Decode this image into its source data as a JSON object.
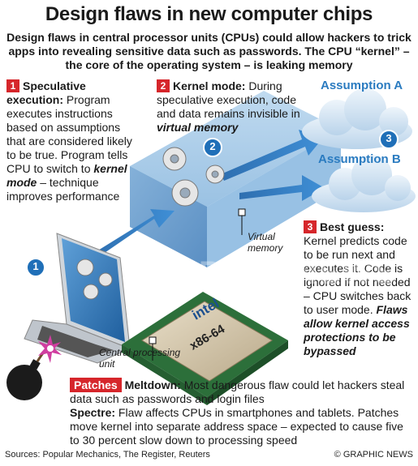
{
  "title": "Design flaws in new computer chips",
  "subtitle": "Design flaws in central processor units (CPUs) could allow hackers to trick apps into revealing sensitive data such as passwords. The CPU “kernel” – the core of the operating system – is leaking memory",
  "step1": {
    "num": "1",
    "heading": "Speculative execution:",
    "body": "Program executes instructions based on assumptions that are considered likely to be true. Program tells CPU to switch to",
    "emph": "kernel mode",
    "tail": "– technique improves performance"
  },
  "step2": {
    "num": "2",
    "heading": "Kernel mode:",
    "body": "During speculative execution, code and data remains invisible in",
    "emph": "virtual memory"
  },
  "step3": {
    "num": "3",
    "heading": "Best guess:",
    "body": "Kernel predicts code to be run next and executes it. Code is ignored if not needed – CPU switches back to user mode.",
    "emph": "Flaws allow kernel access protections to be bypassed"
  },
  "assumption_a": "Assumption A",
  "assumption_b": "Assumption B",
  "markers": [
    "1",
    "2",
    "3"
  ],
  "virtual_memory_label": "Virtual memory",
  "cpu_label": "Central processing unit",
  "chip_brand": "intel",
  "chip_model": "x86-64",
  "watermark": "GRAPHIC NEWS",
  "patches": {
    "label": "Patches",
    "meltdown_heading": "Meltdown:",
    "meltdown_body": "Most dangerous flaw could let hackers steal data such as passwords and login files",
    "spectre_heading": "Spectre:",
    "spectre_body": "Flaw affects CPUs in smartphones and tablets. Patches move kernel into separate address space – expected to cause five to 30 percent slow down to processing speed"
  },
  "sources": "Sources: Popular Mechanics, The Register, Reuters",
  "credit": "© GRAPHIC NEWS",
  "colors": {
    "accent_red": "#d6262b",
    "accent_blue": "#2a7bc0",
    "cloud": "#dcebf7"
  }
}
